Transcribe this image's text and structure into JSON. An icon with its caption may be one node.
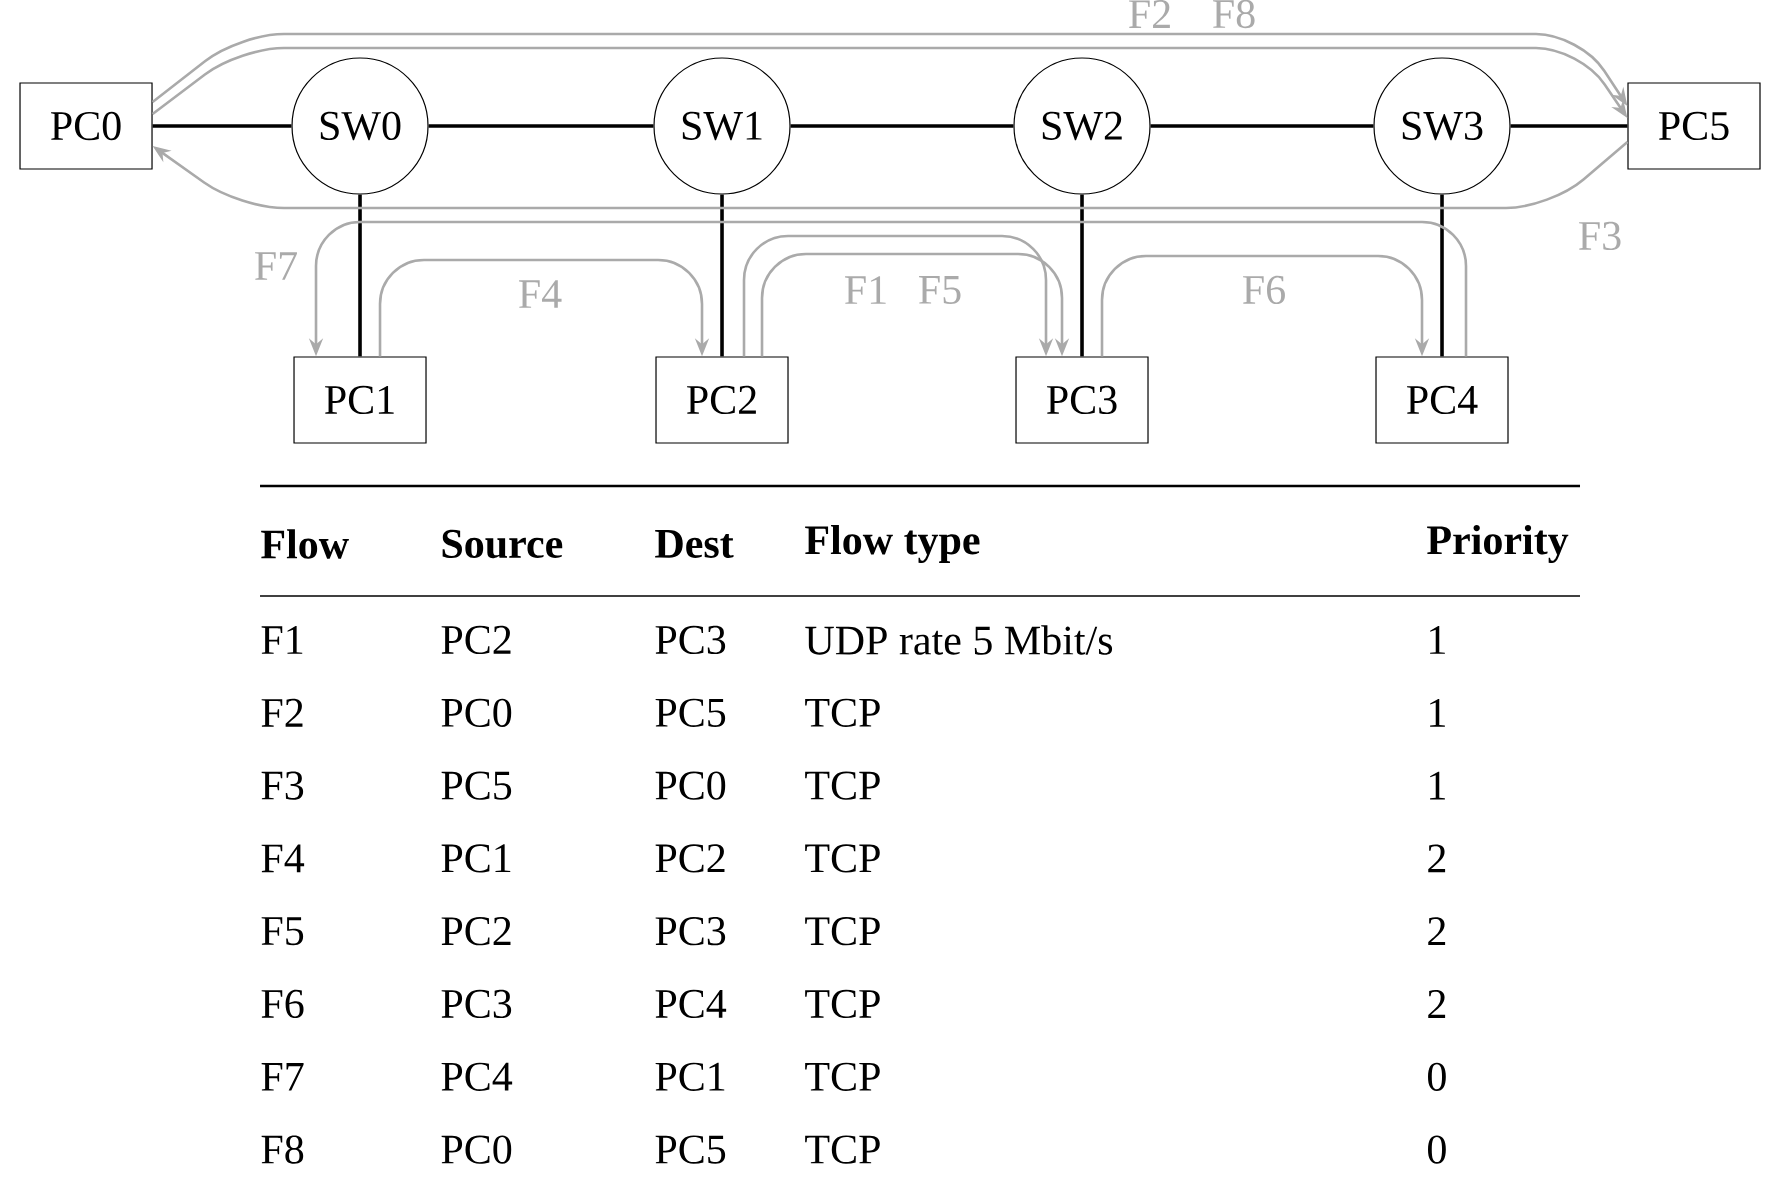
{
  "diagram": {
    "nodes": [
      {
        "text": [
          "PC0"
        ]
      },
      {
        "text": [
          "SW0"
        ]
      },
      {
        "text": [
          "SW1"
        ]
      },
      {
        "text": [
          "SW2"
        ]
      },
      {
        "text": [
          "SW3"
        ]
      },
      {
        "text": [
          "PC5"
        ]
      },
      {
        "text": [
          "PC1"
        ]
      },
      {
        "text": [
          "PC2"
        ]
      },
      {
        "text": [
          "PC3"
        ]
      },
      {
        "text": [
          "PC4"
        ]
      }
    ],
    "edges": [
      {
        "from": 0,
        "to": 1,
        "arrow": "none"
      },
      {
        "from": 1,
        "to": 2,
        "arrow": "none"
      },
      {
        "from": 2,
        "to": 3,
        "arrow": "none"
      },
      {
        "from": 3,
        "to": 4,
        "arrow": "none"
      },
      {
        "from": 4,
        "to": 5,
        "arrow": "none"
      },
      {
        "from": 1,
        "to": 6,
        "arrow": "none"
      },
      {
        "from": 2,
        "to": 7,
        "arrow": "none"
      },
      {
        "from": 3,
        "to": 8,
        "arrow": "none"
      },
      {
        "from": 4,
        "to": 9,
        "arrow": "none"
      },
      {
        "from": 7,
        "to": 8,
        "arrow": "to",
        "label": "F1",
        "color": "#aaaaaa"
      },
      {
        "from": 0,
        "to": 5,
        "arrow": "to",
        "label": "F2",
        "color": "#aaaaaa"
      },
      {
        "from": 5,
        "to": 0,
        "arrow": "to",
        "label": "F3",
        "color": "#aaaaaa"
      },
      {
        "from": 6,
        "to": 7,
        "arrow": "to",
        "label": "F4",
        "color": "#aaaaaa"
      },
      {
        "from": 7,
        "to": 8,
        "arrow": "to",
        "label": "F5",
        "color": "#aaaaaa"
      },
      {
        "from": 8,
        "to": 9,
        "arrow": "to",
        "label": "F6",
        "color": "#aaaaaa"
      },
      {
        "from": 9,
        "to": 6,
        "arrow": "to",
        "label": "F7",
        "color": "#aaaaaa"
      },
      {
        "from": 0,
        "to": 5,
        "arrow": "to",
        "label": "F8",
        "color": "#aaaaaa"
      }
    ],
    "labels": [
      "Flow",
      "Source",
      "Dest",
      "Flow type",
      "Priority",
      "F1",
      "PC2",
      "PC3",
      "UDP rate 5 Mbit/s",
      "1",
      "F2",
      "PC0",
      "PC5",
      "TCP",
      "1",
      "F3",
      "PC5",
      "PC0",
      "TCP",
      "1",
      "F4",
      "PC1",
      "PC2",
      "TCP",
      "2",
      "F5",
      "PC2",
      "PC3",
      "TCP",
      "2",
      "F6",
      "PC3",
      "PC4",
      "TCP",
      "2",
      "F7",
      "PC4",
      "PC1",
      "TCP",
      "0",
      "F8",
      "PC0",
      "PC5",
      "TCP",
      "0"
    ]
  }
}
